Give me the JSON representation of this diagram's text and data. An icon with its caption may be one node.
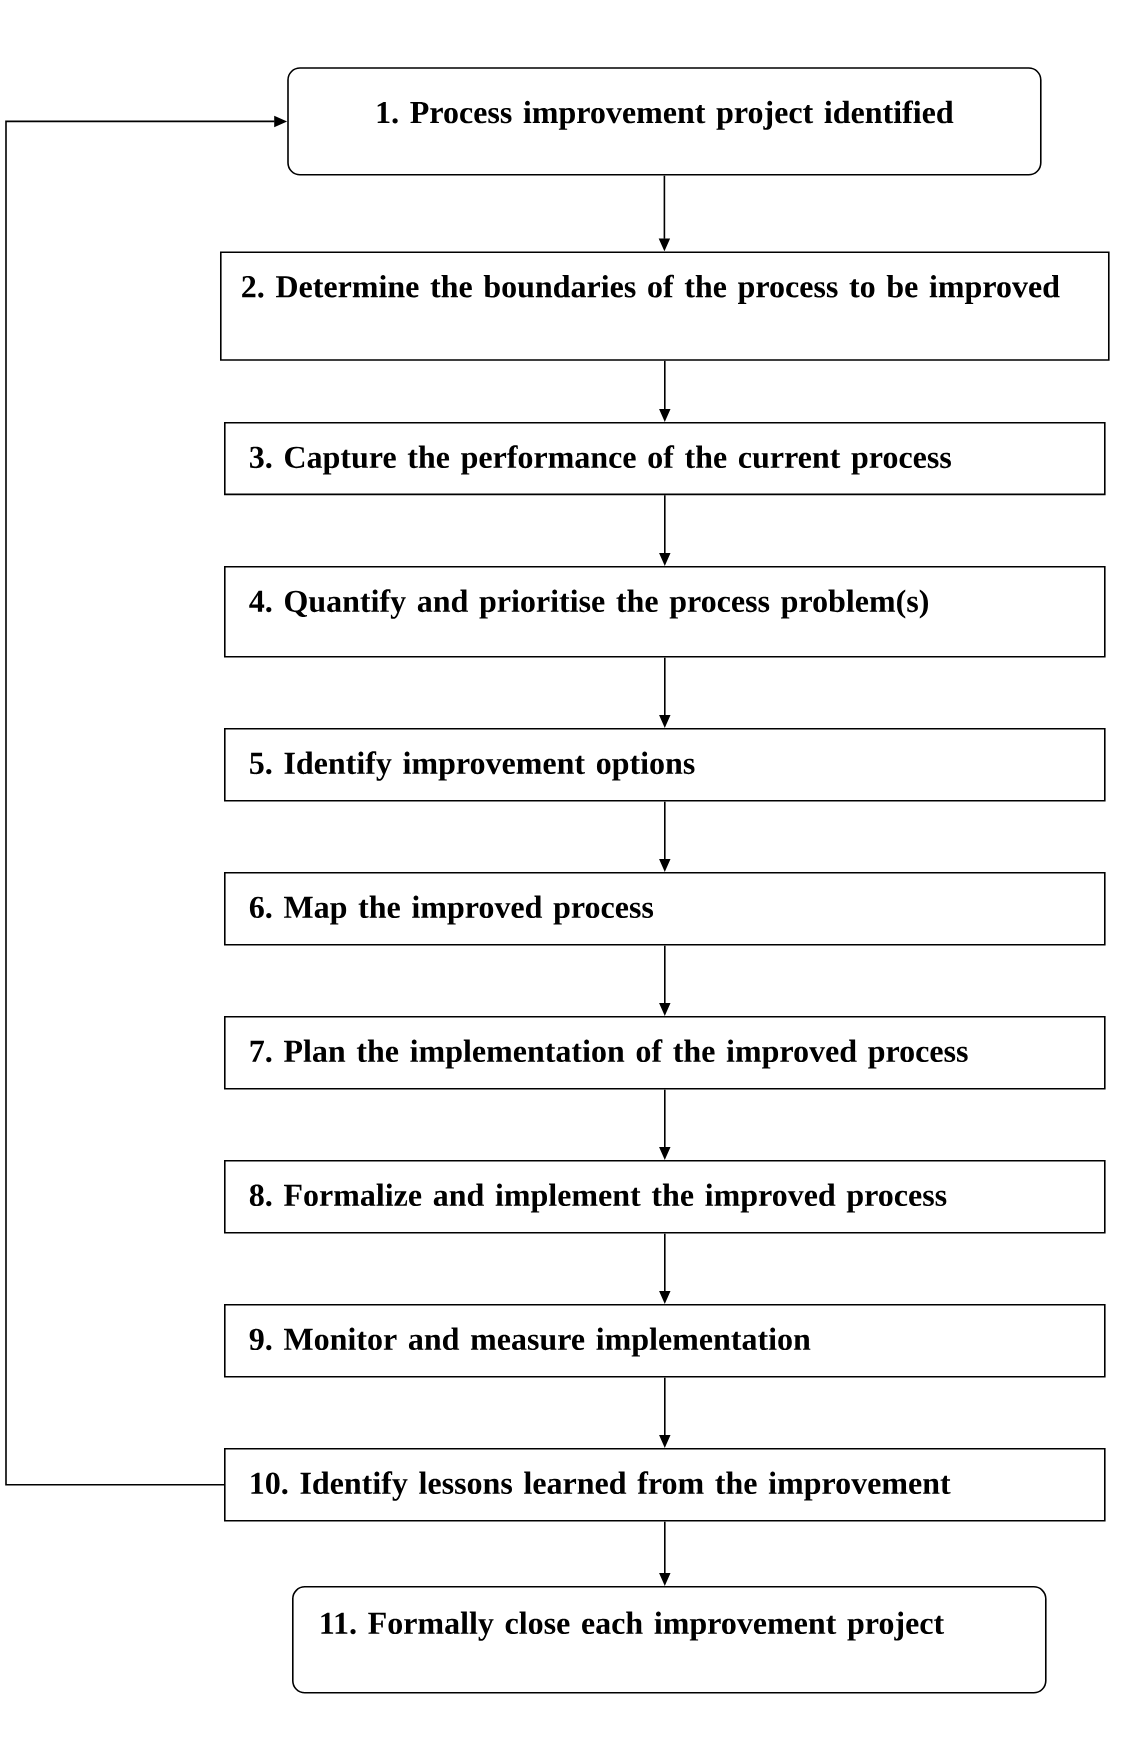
{
  "diagram": {
    "nodes": [
      {
        "text": [
          "1. Process improvement project identified"
        ]
      },
      {
        "text": [
          "2. Determine the boundaries of the process to be improved"
        ]
      },
      {
        "text": [
          "3. Capture the performance of the current process"
        ]
      },
      {
        "text": [
          "4. Quantify and prioritise the process problem(s)"
        ]
      },
      {
        "text": [
          "5. Identify improvement options"
        ]
      },
      {
        "text": [
          "6. Map the improved process"
        ]
      },
      {
        "text": [
          "7. Plan the implementation of the improved process"
        ]
      },
      {
        "text": [
          "8. Formalize and implement the improved process"
        ]
      },
      {
        "text": [
          "9. Monitor and measure implementation"
        ]
      },
      {
        "text": [
          "10. Identify lessons learned from the improvement"
        ]
      },
      {
        "text": [
          "11. Formally close each improvement project"
        ]
      }
    ],
    "edges": [
      {
        "from": 0,
        "to": 1,
        "arrow": "to"
      },
      {
        "from": 1,
        "to": 2,
        "arrow": "to"
      },
      {
        "from": 2,
        "to": 3,
        "arrow": "to"
      },
      {
        "from": 3,
        "to": 4,
        "arrow": "to"
      },
      {
        "from": 4,
        "to": 5,
        "arrow": "to"
      },
      {
        "from": 5,
        "to": 6,
        "arrow": "to"
      },
      {
        "from": 6,
        "to": 7,
        "arrow": "to"
      },
      {
        "from": 7,
        "to": 8,
        "arrow": "to"
      },
      {
        "from": 8,
        "to": 9,
        "arrow": "to"
      },
      {
        "from": 9,
        "to": 10,
        "arrow": "to"
      },
      {
        "from": 9,
        "to": 0,
        "arrow": "to"
      }
    ]
  }
}
